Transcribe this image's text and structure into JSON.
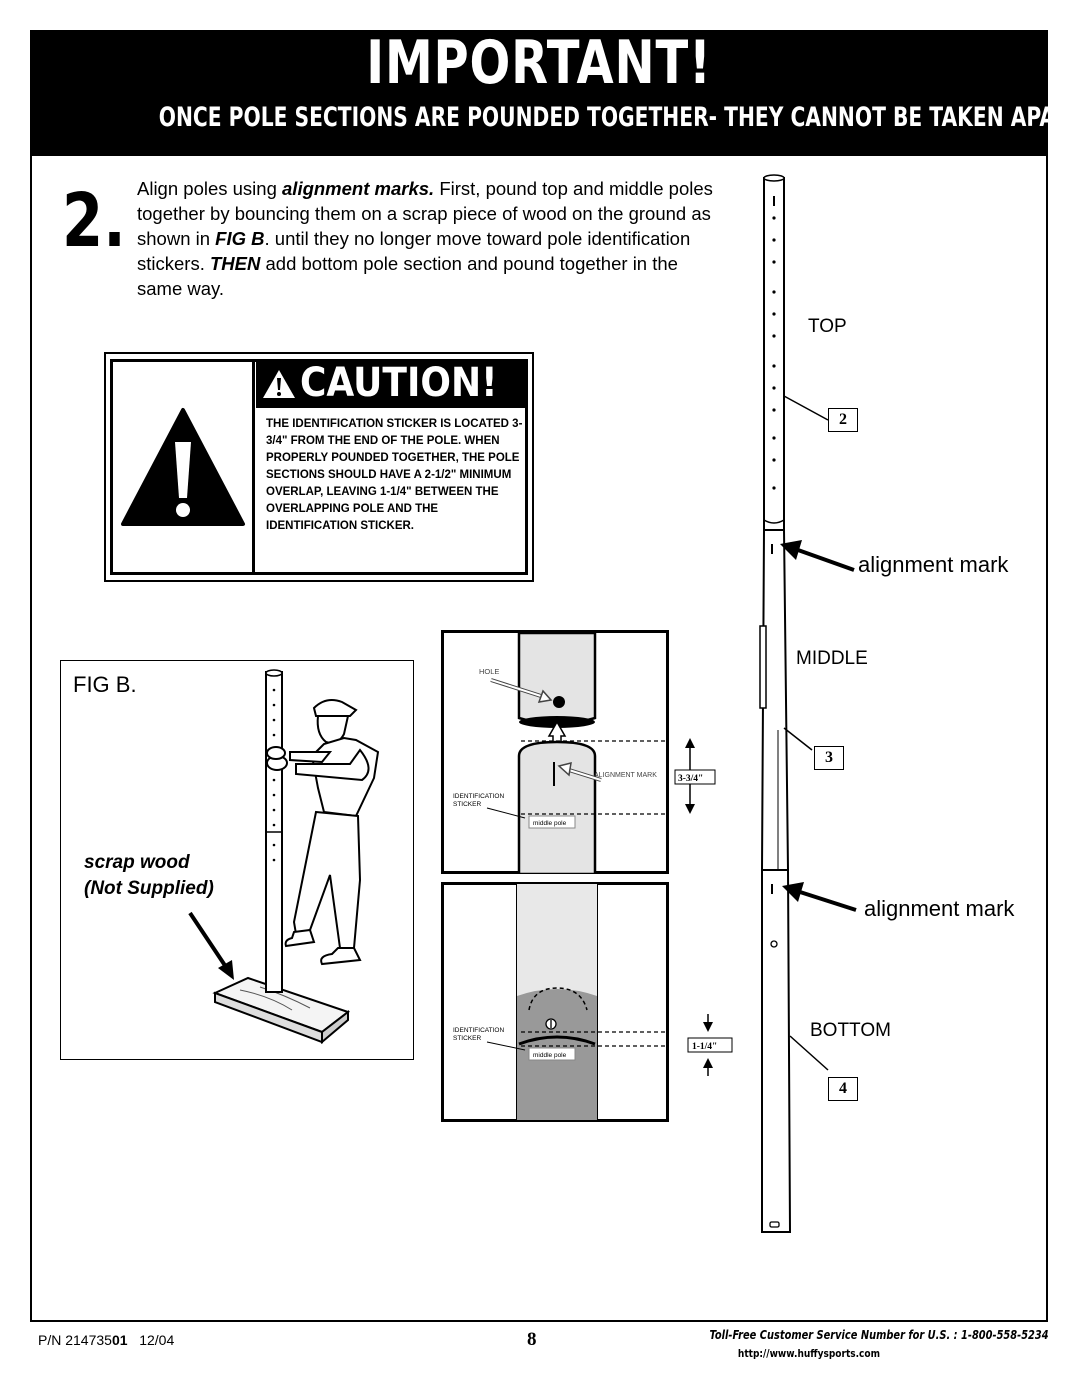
{
  "header": {
    "title": "IMPORTANT!",
    "subtitle": "ONCE POLE SECTIONS ARE POUNDED TOGETHER- THEY CANNOT BE TAKEN APART"
  },
  "step": {
    "number": "2.",
    "text_part1": "Align poles using ",
    "text_emph1": "alignment marks.",
    "text_part2": " First, pound  top and middle poles together by bouncing them on a scrap piece of wood on the ground as shown in ",
    "text_emph2": "FIG B",
    "text_part3": ". until they no longer move toward pole identification stickers. ",
    "text_emph3": "THEN",
    "text_part4": " add bottom pole section and pound together in the same way."
  },
  "caution": {
    "title": "CAUTION!",
    "text": "THE IDENTIFICATION STICKER IS LOCATED 3-3/4\" FROM THE END OF THE POLE. WHEN PROPERLY POUNDED TOGETHER, THE POLE SECTIONS SHOULD HAVE A 2-1/2\" MINIMUM OVERLAP, LEAVING 1-1/4\" BETWEEN THE OVERLAPPING POLE AND THE IDENTIFICATION STICKER."
  },
  "fig_b": {
    "label": "FIG B.",
    "scrap_line1": "scrap wood",
    "scrap_line2": "(Not Supplied)"
  },
  "detail_top": {
    "hole": "HOLE",
    "alignment_mark": "ALIGNMENT MARK",
    "dimension": "3-3/4\"",
    "id_sticker_line1": "IDENTIFICATION",
    "id_sticker_line2": "STICKER",
    "middle_pole": "middle pole"
  },
  "detail_bottom": {
    "id_sticker_line1": "IDENTIFICATION",
    "id_sticker_line2": "STICKER",
    "dimension": "1-1/4\"",
    "middle_pole": "middle pole"
  },
  "pole_diagram": {
    "top_label": "TOP",
    "top_number": "2",
    "alignment_mark_1": "alignment mark",
    "middle_label": "MIDDLE",
    "middle_number": "3",
    "alignment_mark_2": "alignment mark",
    "bottom_label": "BOTTOM",
    "bottom_number": "4"
  },
  "footer": {
    "pn_prefix": "P/N 214735",
    "pn_bold": "01",
    "pn_date": "   12/04",
    "page_number": "8",
    "phone": "Toll-Free Customer Service Number for U.S. : 1-800-558-5234",
    "url": "http://www.huffysports.com"
  }
}
